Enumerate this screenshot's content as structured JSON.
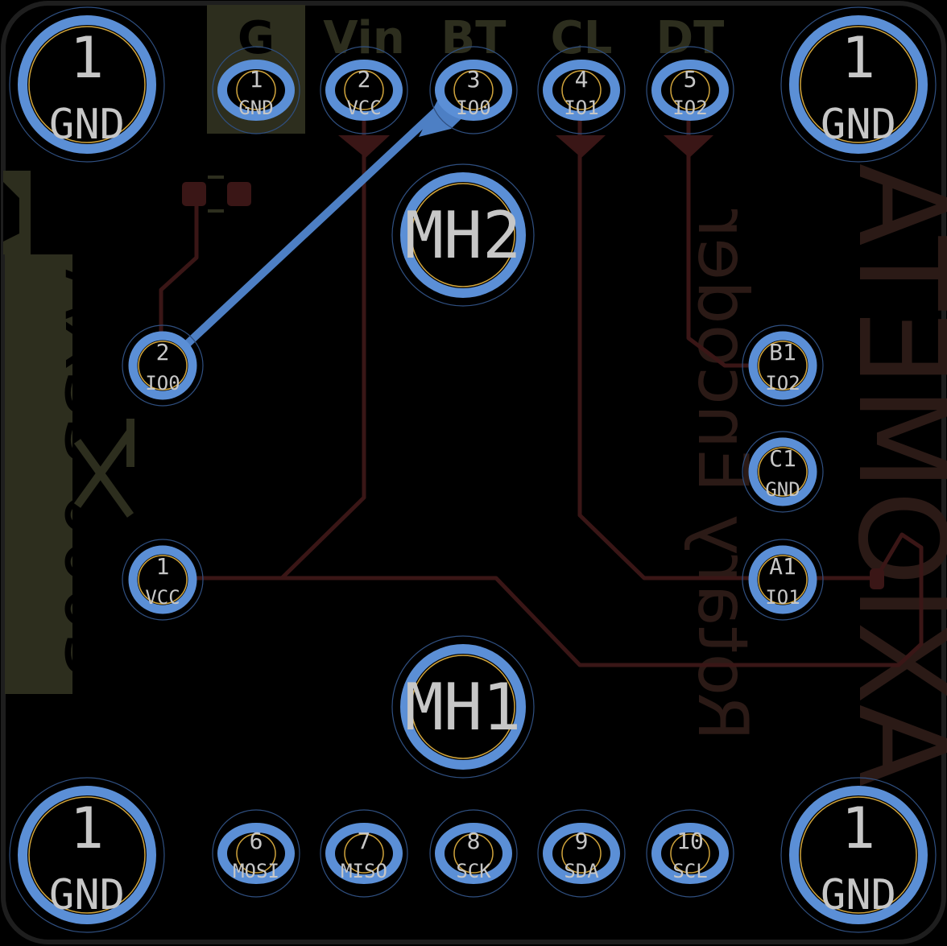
{
  "colors": {
    "background": "#000000",
    "outline": "#1e1e1e",
    "copper_top": "#4d7fc4",
    "copper_bottom": "#3a1616",
    "silk_front": "#2d2e1e",
    "silk_back": "#2b1a16",
    "pad_ring": "#5b8fd6",
    "pad_outline": "#d0a43c",
    "label_text": "#c7c7c7"
  },
  "header_labels": [
    "G",
    "Vin",
    "BT",
    "CL",
    "DT"
  ],
  "top_pins": [
    {
      "num": "1",
      "net": "GND"
    },
    {
      "num": "2",
      "net": "VCC"
    },
    {
      "num": "3",
      "net": "IO0"
    },
    {
      "num": "4",
      "net": "IO1"
    },
    {
      "num": "5",
      "net": "IO2"
    }
  ],
  "bottom_pins": [
    {
      "num": "6",
      "net": "MOSI"
    },
    {
      "num": "7",
      "net": "MISO"
    },
    {
      "num": "8",
      "net": "SCK"
    },
    {
      "num": "9",
      "net": "SDA"
    },
    {
      "num": "10",
      "net": "SCL"
    }
  ],
  "corner_holes": [
    {
      "num": "1",
      "net": "GND"
    },
    {
      "num": "1",
      "net": "GND"
    },
    {
      "num": "1",
      "net": "GND"
    },
    {
      "num": "1",
      "net": "GND"
    }
  ],
  "mounting_holes": [
    "MH2",
    "MH1"
  ],
  "button_pads": [
    {
      "num": "2",
      "net": "IO0"
    },
    {
      "num": "1",
      "net": "VCC"
    }
  ],
  "encoder_pads": [
    {
      "num": "B1",
      "net": "IO2"
    },
    {
      "num": "C1",
      "net": "GND"
    },
    {
      "num": "A1",
      "net": "IO1"
    }
  ],
  "silkscreen": {
    "part_number": "AXSS-0003",
    "description": "Rotary Encoder",
    "brand": "AXIOMETA"
  }
}
